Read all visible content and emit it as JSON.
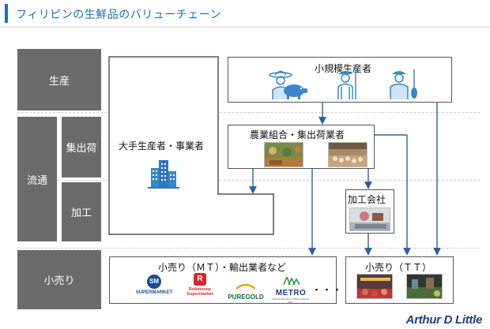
{
  "title": "フィリピンの生鮮品のバリューチェーン",
  "stages": {
    "production": "生産",
    "distribution": "流通",
    "consolidation": "集出荷",
    "processing": "加工",
    "retail": "小売り"
  },
  "nodes": {
    "large_producers": "大手生産者・事業者",
    "small_producers": "小規模生産者",
    "cooperatives": "農業組合・集出荷業者",
    "processing_company": "加工会社",
    "retail_mt": "小売り（ＭＴ）・輸出業者など",
    "retail_tt": "小売り（ＴＴ）"
  },
  "retailer_logos": {
    "sm_mark": "SM",
    "sm_text": "SUPERMARKET",
    "robinsons_line1": "Robinsons",
    "robinsons_line2": "Supermarket",
    "puregold": "PUREGOLD",
    "metro": "METRO",
    "metro_sub": "METRO RETAIL STORES GROUP, INC.",
    "ellipsis": "・・・"
  },
  "brand": "Arthur D Little",
  "colors": {
    "accent": "#1e6fb8",
    "stage": "#6b6b6b",
    "arrow": "#2b5fa6",
    "icon": "#3a86c8"
  },
  "icons": [
    "farmer-icon",
    "pig-icon",
    "worker-icon",
    "fisherman-icon",
    "buildings-icon"
  ]
}
